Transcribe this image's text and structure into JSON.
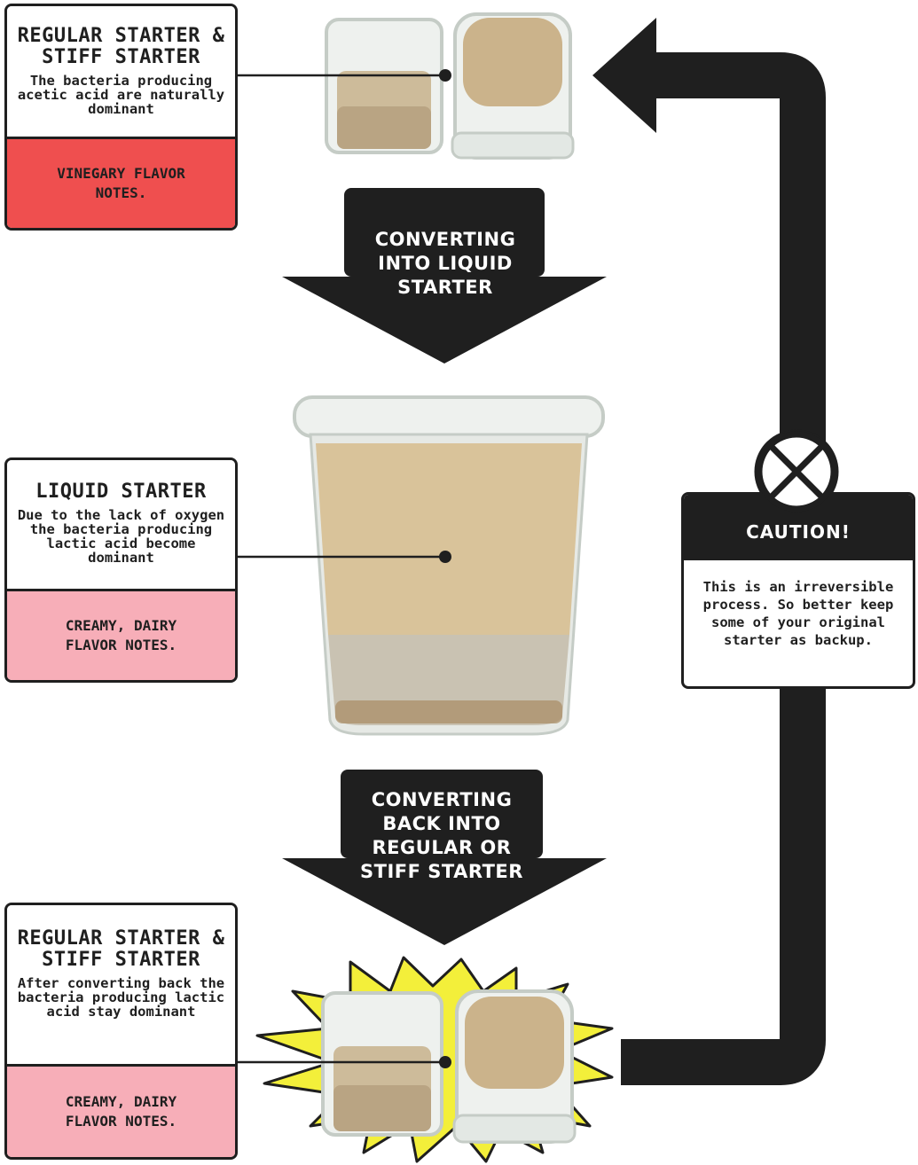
{
  "colors": {
    "ink": "#1f1f1f",
    "vinegary_red": "#ef4f4f",
    "creamy_pink": "#f7aeb8",
    "burst_yellow": "#f3ef3a",
    "starter_liquid": "#d9c39a",
    "sediment": "#c9c2b2"
  },
  "top_card": {
    "title": "REGULAR STARTER & STIFF STARTER",
    "description": "The bacteria producing acetic acid are naturally dominant",
    "flavor": "VINEGARY FLAVOR NOTES."
  },
  "arrow_1": {
    "label": "CONVERTING INTO LIQUID STARTER"
  },
  "middle_card": {
    "title": "LIQUID STARTER",
    "description": "Due to the lack of oxygen the bacteria producing lactic acid become dominant",
    "flavor": "CREAMY, DAIRY FLAVOR NOTES."
  },
  "arrow_2": {
    "label": "CONVERTING BACK INTO REGULAR OR STIFF STARTER"
  },
  "bottom_card": {
    "title": "REGULAR STARTER & STIFF STARTER",
    "description": "After converting back the bacteria producing lactic acid stay dominant",
    "flavor": "CREAMY, DAIRY FLAVOR NOTES."
  },
  "caution": {
    "icon": "cross-circle-icon",
    "title": "CAUTION!",
    "text": "This is an irreversible process. So better keep some of your original starter as backup."
  },
  "images": [
    "starter-jars-top",
    "liquid-starter-jar",
    "starter-jars-bottom"
  ]
}
